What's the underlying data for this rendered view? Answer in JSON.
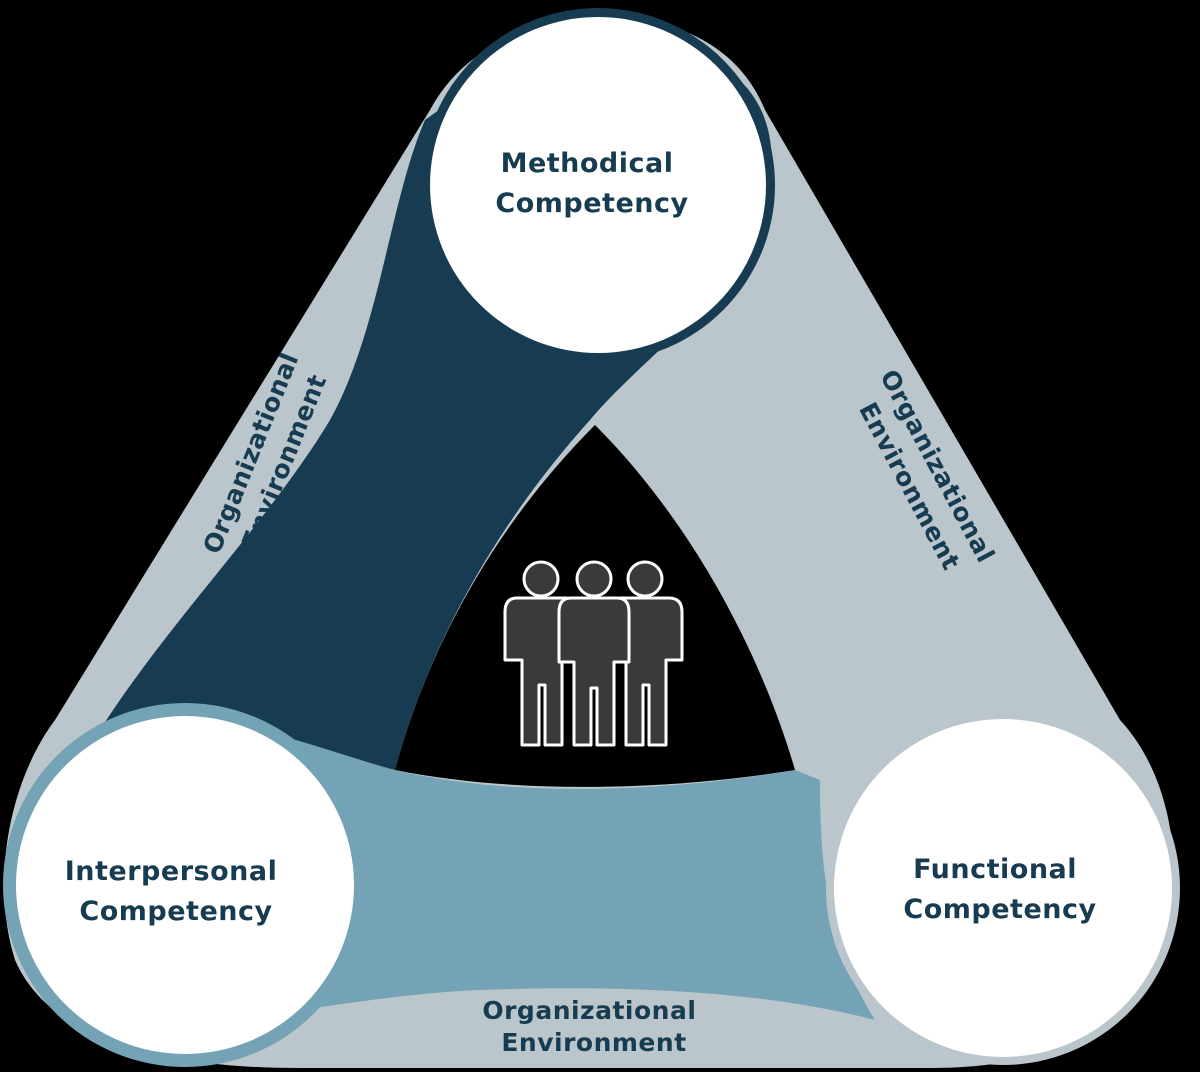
{
  "colors": {
    "background": "#000000",
    "outer_band": "#bac6cc",
    "dark_navy": "#173c51",
    "teal": "#74a3b5",
    "circle_fill": "#ffffff",
    "label_text": "#173c51",
    "people_fill": "#3a3a3a",
    "people_outline": "#ffffff"
  },
  "competencies": {
    "methodical": {
      "line1": "Methodical",
      "line2": "Competency"
    },
    "interpersonal": {
      "line1": "Interpersonal",
      "line2": "Competency"
    },
    "functional": {
      "line1": "Functional",
      "line2": "Competency"
    }
  },
  "environment": {
    "left": {
      "line1": "Organizational",
      "line2": "Environment"
    },
    "right": {
      "line1": "Organizational",
      "line2": "Environment"
    },
    "bottom": {
      "line1": "Organizational",
      "line2": "Environment"
    }
  },
  "center_icon": "group-of-three-people-icon"
}
